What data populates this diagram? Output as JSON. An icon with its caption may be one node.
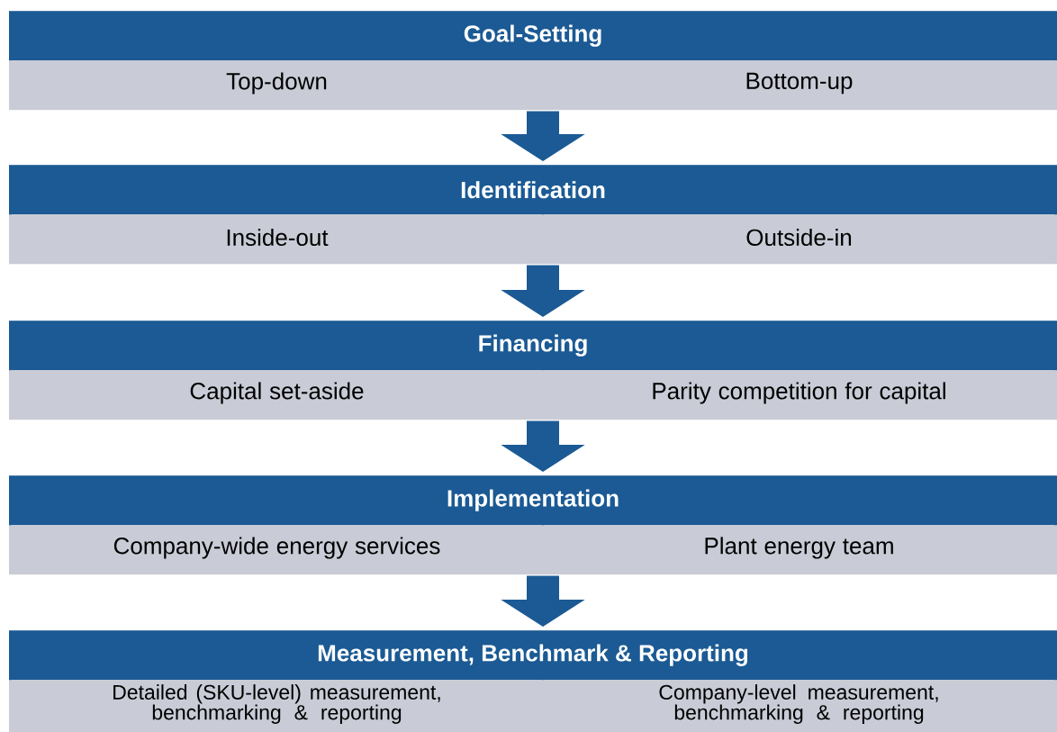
{
  "diagram": {
    "nodes": [
      {
        "text": [
          "Goal-Setting"
        ]
      },
      {
        "text": [
          "Top-down"
        ],
        "in": 0
      },
      {
        "text": [
          "Bottom-up"
        ],
        "in": 0
      },
      {
        "text": [
          "Identification"
        ]
      },
      {
        "text": [
          "Inside-out"
        ],
        "in": 3
      },
      {
        "text": [
          "Outside-in"
        ],
        "in": 3
      },
      {
        "text": [
          "Financing"
        ]
      },
      {
        "text": [
          "Capital set-aside"
        ],
        "in": 6
      },
      {
        "text": [
          "Parity competition for capital"
        ],
        "in": 6
      },
      {
        "text": [
          "Implementation"
        ]
      },
      {
        "text": [
          "Company-wide energy services"
        ],
        "in": 9
      },
      {
        "text": [
          "Plant energy team"
        ],
        "in": 9
      },
      {
        "text": [
          "Measurement, Benchmark & Reporting"
        ]
      },
      {
        "text": [
          "Detailed (SKU-level) measurement, benchmarking & reporting"
        ],
        "in": 12
      },
      {
        "text": [
          "Company-level measurement, benchmarking & reporting"
        ],
        "in": 12
      }
    ],
    "edges": [
      {
        "from": 0,
        "to": 3,
        "arrow": "to"
      },
      {
        "from": 3,
        "to": 6,
        "arrow": "to"
      },
      {
        "from": 6,
        "to": 9,
        "arrow": "to"
      },
      {
        "from": 9,
        "to": 12,
        "arrow": "to"
      }
    ]
  }
}
